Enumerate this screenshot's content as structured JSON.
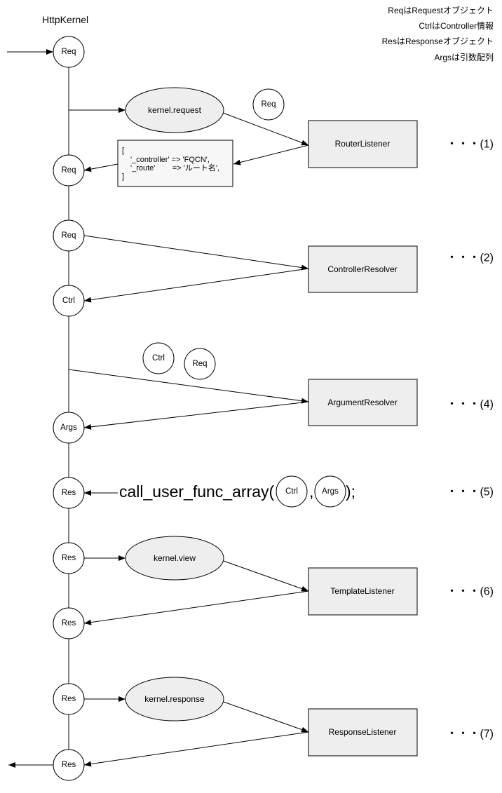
{
  "title": "HttpKernel",
  "legend": {
    "req": "ReqはRequestオブジェクト",
    "ctrl": "CtrlはController情報",
    "res": "ResはResponseオブジェクト",
    "args": "Argsは引数配列"
  },
  "kernel_flow": {
    "req_in": "Req",
    "req_routed": "Req",
    "req_to_resolver": "Req",
    "ctrl": "Ctrl",
    "args": "Args",
    "res_called": "Res",
    "res_to_view": "Res",
    "res_from_view": "Res",
    "res_to_response": "Res",
    "res_out": "Res"
  },
  "events": {
    "request": "kernel.request",
    "view": "kernel.view",
    "response": "kernel.response"
  },
  "listeners": {
    "router": "RouterListener",
    "controller_resolver": "ControllerResolver",
    "argument_resolver": "ArgumentResolver",
    "template": "TemplateListener",
    "response": "ResponseListener"
  },
  "passed_params": {
    "router_req": "Req",
    "argument_ctrl": "Ctrl",
    "argument_req": "Req"
  },
  "route_attributes": {
    "open": "[",
    "controller_line": "'_controller' => 'FQCN',",
    "route_line": "'_route'        => 'ルート名',",
    "close": "]"
  },
  "controller_call": {
    "function": "call_user_func_array(",
    "arg1": "Ctrl",
    "separator": ",",
    "arg2": "Args",
    "close": ");"
  },
  "step_labels": {
    "router": "・・・(1)",
    "controller_resolver": "・・・(2)",
    "argument_resolver": "・・・(4)",
    "controller_call": "・・・(5)",
    "template": "・・・(6)",
    "response": "・・・(7)"
  },
  "colors": {
    "stroke": "#000000",
    "node_fill": "#ffffff",
    "event_fill": "#eeeeee",
    "listener_fill": "#eeeeee",
    "code_box_fill": "#f7f7f7",
    "text": "#000000"
  }
}
